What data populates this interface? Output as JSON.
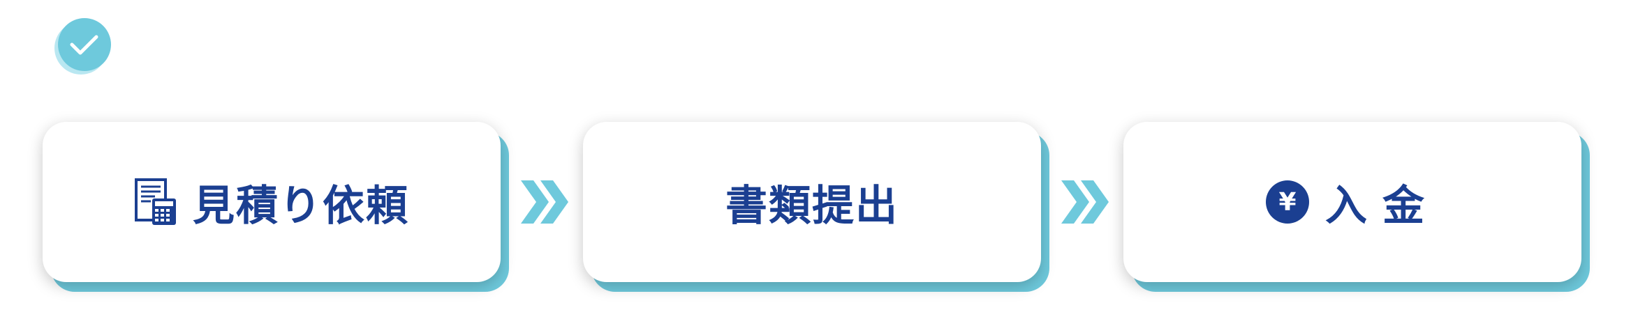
{
  "steps": [
    {
      "label": "見積り依頼",
      "icon": "calculator-document-icon"
    },
    {
      "label": "書類提出",
      "icon": ""
    },
    {
      "label": "入金",
      "icon": "yen-coin-icon"
    }
  ],
  "yen_symbol": "¥",
  "colors": {
    "text": "#1b3f91",
    "accent": "#6ec9dc",
    "card": "#ffffff"
  }
}
